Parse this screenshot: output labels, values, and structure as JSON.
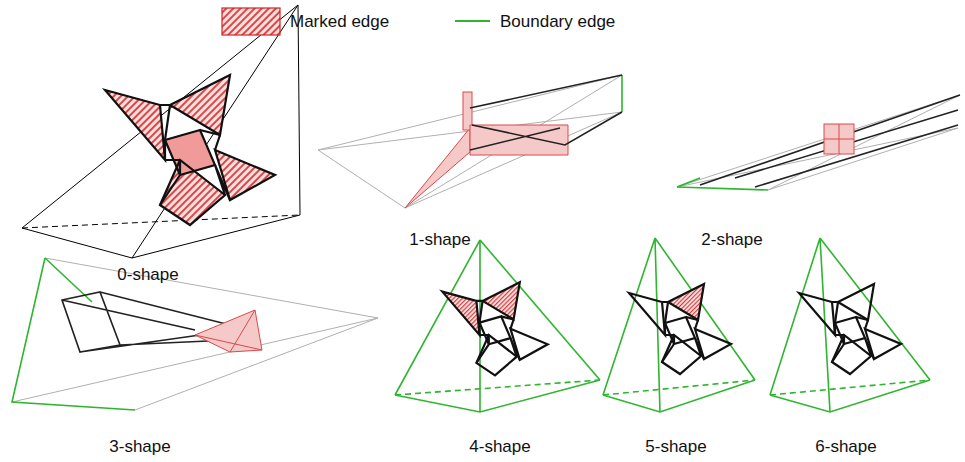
{
  "diagram": {
    "labels": [
      "0-shape",
      "1-shape",
      "2-shape",
      "3-shape",
      "4-shape",
      "5-shape",
      "6-shape"
    ],
    "legend": [
      {
        "text": "Marked edge"
      },
      {
        "text": "Boundary edge"
      }
    ]
  }
}
